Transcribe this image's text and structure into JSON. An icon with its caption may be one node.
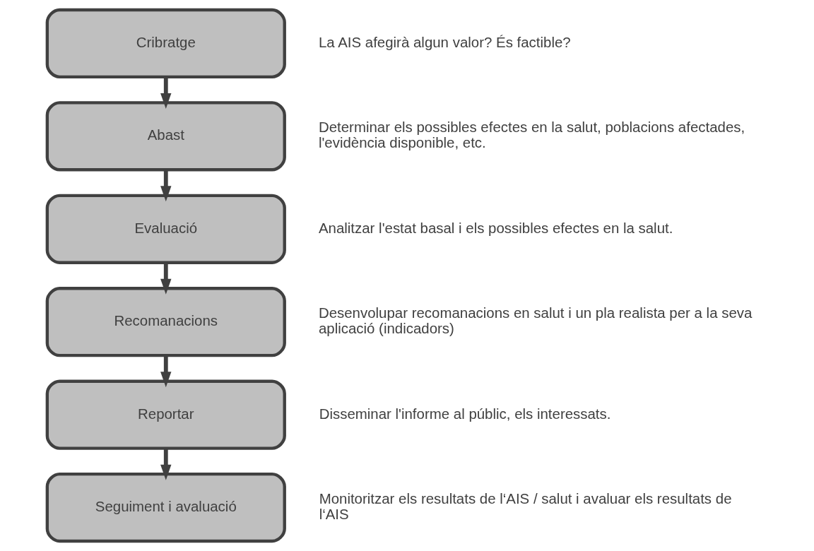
{
  "diagram": {
    "nodes": [
      {
        "text": [
          "Cribratge"
        ],
        "beside": [
          "La AIS afegirà algun valor? És factible?"
        ]
      },
      {
        "text": [
          "Abast"
        ],
        "beside": [
          "Determinar els possibles efectes en la salut, poblacions afectades, l'evidència disponible, etc."
        ]
      },
      {
        "text": [
          "Evaluació"
        ],
        "beside": [
          "Analitzar l'estat basal i els possibles efectes en la salut."
        ]
      },
      {
        "text": [
          "Recomanacions"
        ],
        "beside": [
          "Desenvolupar recomanacions en salut i un pla realista per a la seva aplicació (indicadors)"
        ]
      },
      {
        "text": [
          "Reportar"
        ],
        "beside": [
          "Disseminar l'informe al públic, els interessats."
        ]
      },
      {
        "text": [
          "Seguiment i avaluació"
        ],
        "beside": [
          "Monitoritzar els resultats de l‘AIS / salut i avaluar els resultats de l‘AIS"
        ]
      }
    ],
    "edges": [
      {
        "from": 0,
        "to": 1,
        "arrow": "to"
      },
      {
        "from": 1,
        "to": 2,
        "arrow": "to"
      },
      {
        "from": 2,
        "to": 3,
        "arrow": "to"
      },
      {
        "from": 3,
        "to": 4,
        "arrow": "to"
      },
      {
        "from": 4,
        "to": 5,
        "arrow": "to"
      }
    ]
  }
}
